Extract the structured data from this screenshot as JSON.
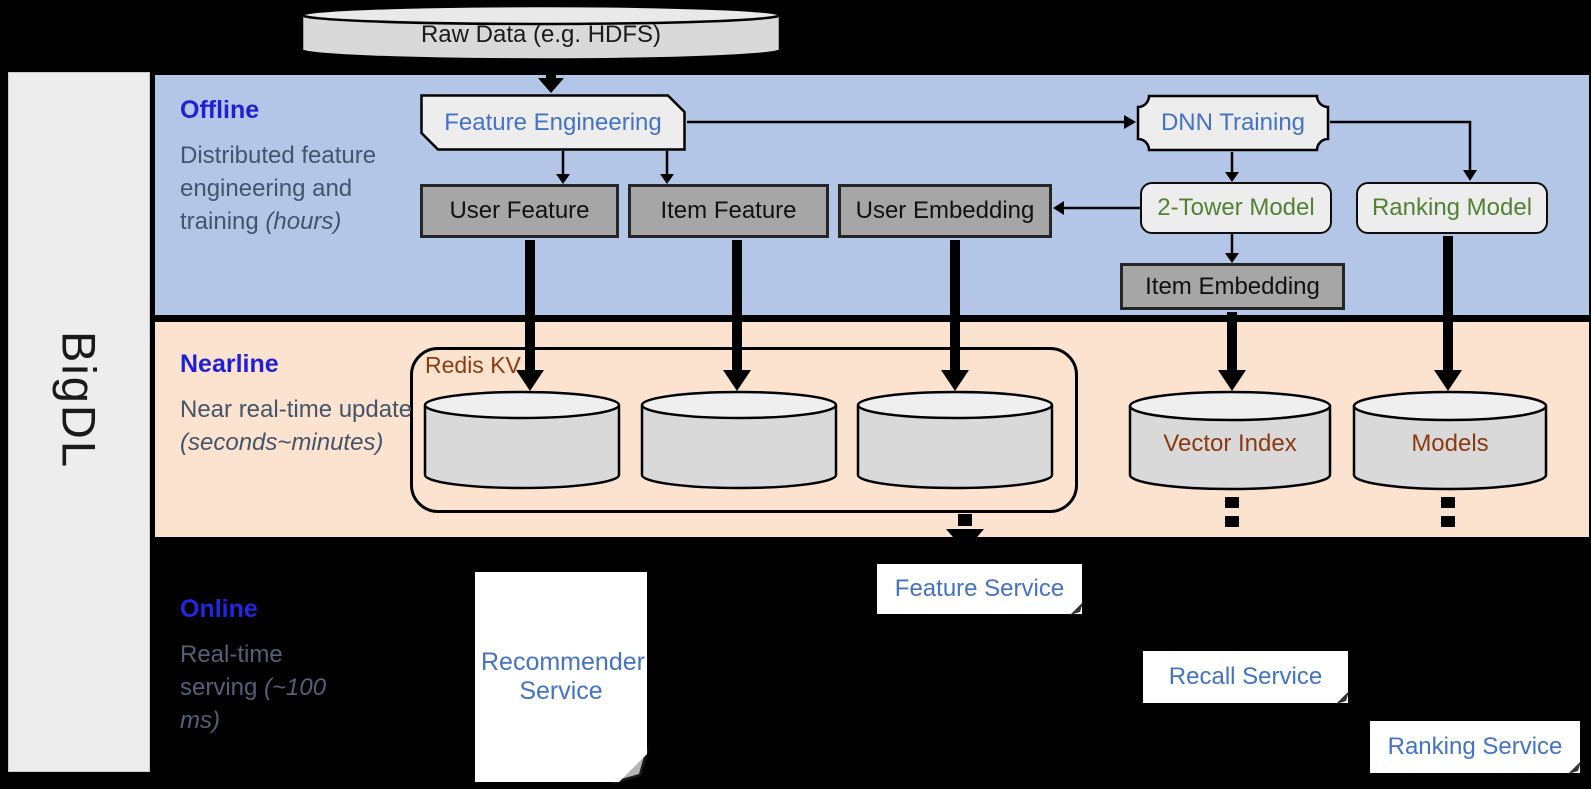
{
  "brand": "BigDL",
  "raw_data_label": "Raw Data (e.g. HDFS)",
  "bands": {
    "offline": {
      "title": "Offline",
      "desc": "Distributed feature engineering and training",
      "note": "(hours)"
    },
    "nearline": {
      "title": "Nearline",
      "desc": "Near real-time update",
      "note": "(seconds~minutes)"
    },
    "online": {
      "title": "Online",
      "desc": "Real-time serving",
      "note": "(~100 ms)"
    }
  },
  "nodes": {
    "feature_engineering": "Feature Engineering",
    "dnn_training": "DNN Training",
    "user_feature": "User Feature",
    "item_feature": "Item Feature",
    "user_embedding": "User Embedding",
    "two_tower_model": "2-Tower Model",
    "ranking_model": "Ranking Model",
    "item_embedding": "Item Embedding",
    "redis_kv": "Redis KV",
    "vector_index": "Vector Index",
    "models": "Models",
    "recommender_service": "Recommender Service",
    "feature_service": "Feature Service",
    "recall_service": "Recall Service",
    "ranking_service": "Ranking Service"
  },
  "colors": {
    "offline_band": "#B3C6E7",
    "nearline_band": "#FBE3D0",
    "online_background": "#000000",
    "band_title_blue": "#1F1FD6",
    "band_desc_gray": "#44546A",
    "service_text_blue": "#4472C4",
    "model_text_green": "#548235",
    "storage_text_brown": "#8B3A10",
    "gray_box_fill": "#A6A6A6",
    "light_box_fill": "#EDEDED"
  }
}
